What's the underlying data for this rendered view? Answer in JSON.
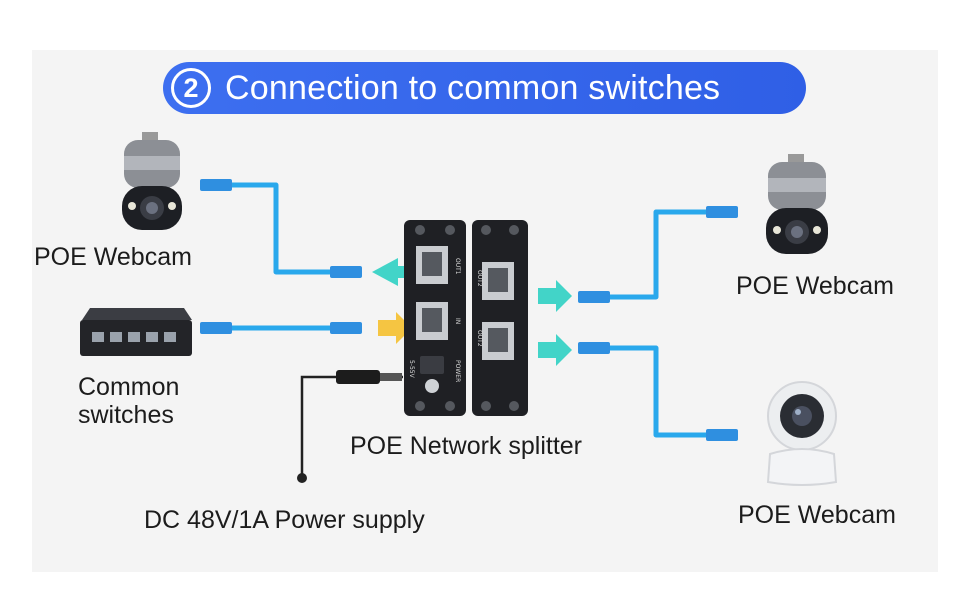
{
  "banner": {
    "step": "2",
    "title": "Connection to common switches"
  },
  "labels": {
    "webcam_top_left": "POE Webcam",
    "switch": [
      "Common",
      "switches"
    ],
    "splitter": "POE Network splitter",
    "power": "DC 48V/1A Power supply",
    "webcam_right_top": "POE Webcam",
    "webcam_right_bottom": "POE Webcam"
  },
  "splitter_ports": {
    "out1": "OUT1",
    "in": "IN",
    "power": "POWER",
    "voltage": "5-55V",
    "out2_a": "OUT2",
    "out2_b": "OUT2"
  },
  "colors": {
    "accent": "#2f63ea",
    "cable": "#29a8ec",
    "arrow_out": "#42d4c8",
    "arrow_in": "#f5c542"
  }
}
